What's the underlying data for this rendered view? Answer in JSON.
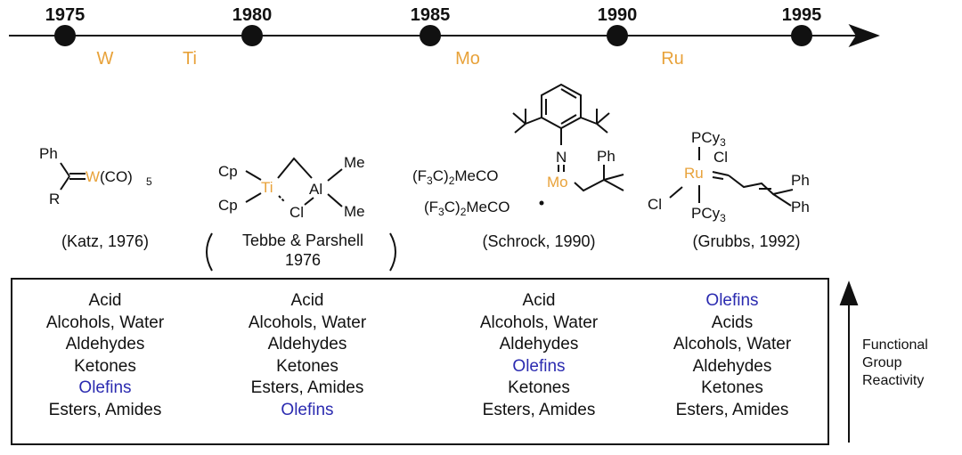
{
  "timeline": {
    "years": [
      "1975",
      "1980",
      "1985",
      "1990",
      "1995"
    ],
    "metals": [
      "W",
      "Ti",
      "Mo",
      "Ru"
    ]
  },
  "catalysts": [
    {
      "name": "katz",
      "caption": "(Katz, 1976)",
      "atoms": {
        "ph": "Ph",
        "r": "R",
        "metal": "W",
        "ligand": "(CO)",
        "sub": "5"
      }
    },
    {
      "name": "tebbe",
      "caption_line1": "Tebbe & Parshell",
      "caption_line2": "1976",
      "atoms": {
        "cp": "Cp",
        "metal": "Ti",
        "al": "Al",
        "me": "Me",
        "cl": "Cl"
      }
    },
    {
      "name": "schrock",
      "caption": "(Schrock, 1990)",
      "atoms": {
        "n": "N",
        "metal": "Mo",
        "ph": "Ph",
        "lig_a": "(F",
        "lig_b": "C)",
        "lig_c": "MeCO",
        "sub3": "3",
        "sub2": "2"
      }
    },
    {
      "name": "grubbs",
      "caption": "(Grubbs, 1992)",
      "atoms": {
        "pcy": "PCy",
        "sub3": "3",
        "cl": "Cl",
        "metal": "Ru",
        "ph": "Ph"
      }
    }
  ],
  "reactivity_columns": [
    {
      "items": [
        "Acid",
        "Alcohols, Water",
        "Aldehydes",
        "Ketones",
        "Olefins",
        "Esters, Amides"
      ],
      "highlight": 4
    },
    {
      "items": [
        "Acid",
        "Alcohols, Water",
        "Aldehydes",
        "Ketones",
        "Esters, Amides",
        "Olefins"
      ],
      "highlight": 5
    },
    {
      "items": [
        "Acid",
        "Alcohols, Water",
        "Aldehydes",
        "Olefins",
        "Ketones",
        "Esters, Amides"
      ],
      "highlight": 3
    },
    {
      "items": [
        "Olefins",
        "Acids",
        "Alcohols, Water",
        "Aldehydes",
        "Ketones",
        "Esters, Amides"
      ],
      "highlight": 0
    }
  ],
  "axis_label": [
    "Functional",
    "Group",
    "Reactivity"
  ],
  "colors": {
    "metal": "#e8a23a",
    "olefin": "#2b2bb0"
  }
}
